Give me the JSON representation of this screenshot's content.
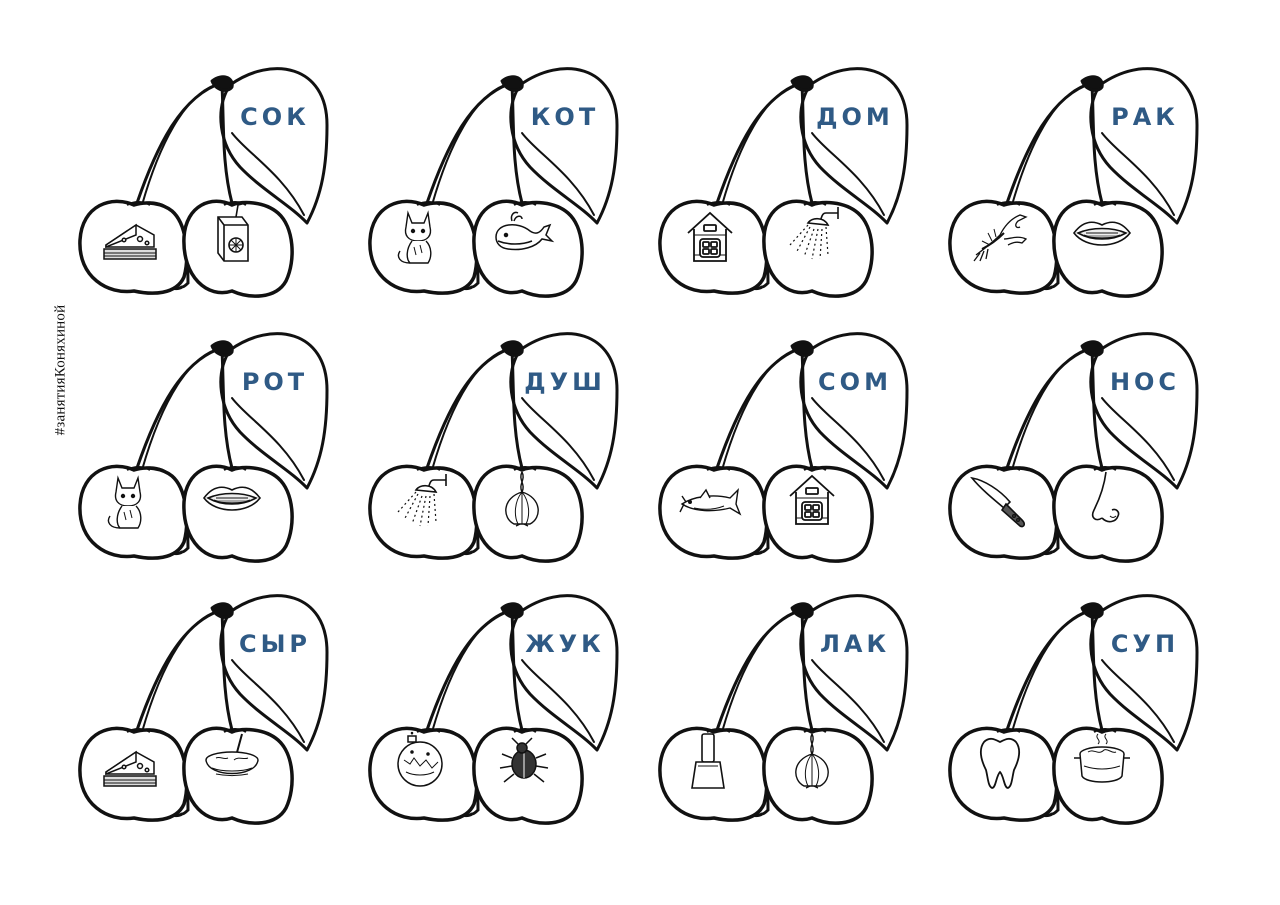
{
  "watermark": "#занятияКоняхиной",
  "colors": {
    "word": "#2f5a85",
    "outline": "#111111"
  },
  "cards": [
    {
      "word": "СОК",
      "left_icon": "cheese-icon",
      "right_icon": "juice-box-icon"
    },
    {
      "word": "КОТ",
      "left_icon": "cat-icon",
      "right_icon": "whale-icon"
    },
    {
      "word": "ДОМ",
      "left_icon": "house-icon",
      "right_icon": "shower-icon"
    },
    {
      "word": "РАК",
      "left_icon": "crayfish-icon",
      "right_icon": "mouth-icon"
    },
    {
      "word": "РОТ",
      "left_icon": "cat-icon",
      "right_icon": "mouth-icon"
    },
    {
      "word": "ДУШ",
      "left_icon": "shower-icon",
      "right_icon": "onion-icon"
    },
    {
      "word": "СОМ",
      "left_icon": "catfish-icon",
      "right_icon": "house-icon"
    },
    {
      "word": "НОС",
      "left_icon": "knife-icon",
      "right_icon": "nose-icon"
    },
    {
      "word": "СЫР",
      "left_icon": "cheese-icon",
      "right_icon": "soup-bowl-icon"
    },
    {
      "word": "ЖУК",
      "left_icon": "ornament-ball-icon",
      "right_icon": "beetle-icon"
    },
    {
      "word": "ЛАК",
      "left_icon": "nail-polish-icon",
      "right_icon": "onion-icon"
    },
    {
      "word": "СУП",
      "left_icon": "tooth-icon",
      "right_icon": "soup-pot-icon"
    }
  ]
}
